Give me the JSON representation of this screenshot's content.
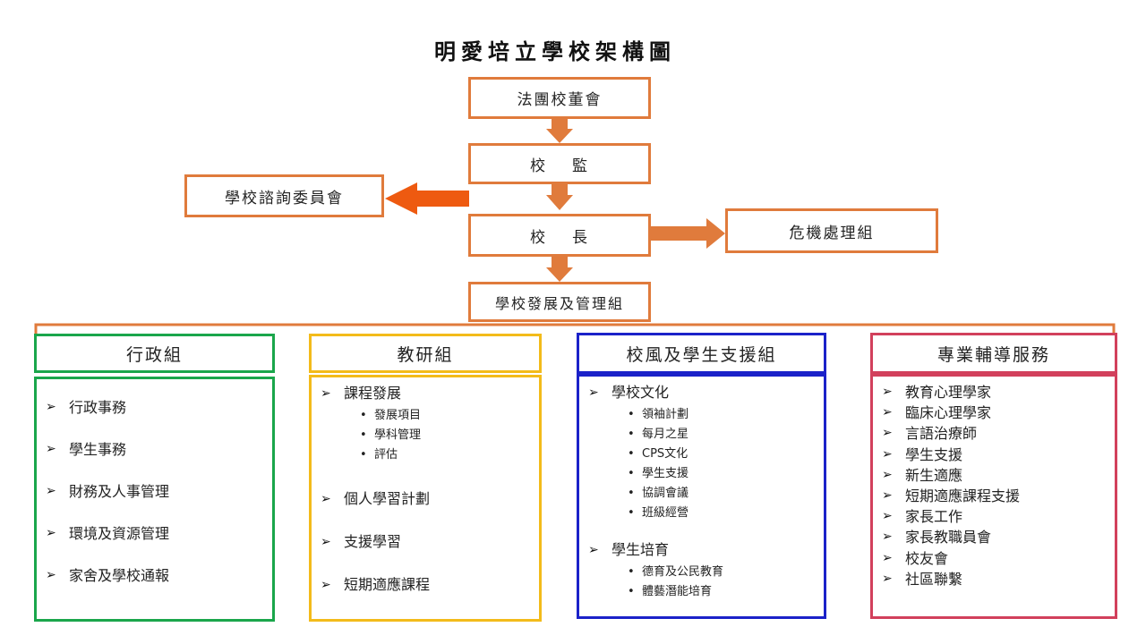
{
  "title": "明愛培立學校架構圖",
  "colors": {
    "orange": "#e07b3c",
    "green": "#1aa64b",
    "gold": "#f3bb1a",
    "blue": "#1b22c9",
    "red": "#d2405c"
  },
  "top": {
    "board": "法團校董會",
    "supervisor": {
      "left": "校",
      "right": "監"
    },
    "principal": {
      "left": "校",
      "right": "長"
    },
    "advisory": "學校諮詢委員會",
    "crisis": "危機處理組",
    "development": "學校發展及管理組"
  },
  "departments": {
    "admin": {
      "title": "行政組",
      "items": [
        "行政事務",
        "學生事務",
        "財務及人事管理",
        "環境及資源管理",
        "家舍及學校通報"
      ]
    },
    "research": {
      "title": "教研組",
      "items": [
        {
          "label": "課程發展",
          "sub": [
            "發展項目",
            "學科管理",
            "評估"
          ]
        },
        {
          "label": "個人學習計劃"
        },
        {
          "label": "支援學習"
        },
        {
          "label": "短期適應課程"
        }
      ]
    },
    "culture": {
      "title": "校風及學生支援組",
      "items": [
        {
          "label": "學校文化",
          "sub": [
            "領袖計劃",
            "每月之星",
            "CPS文化",
            "學生支援",
            "協調會議",
            "班級經營"
          ]
        },
        {
          "label": "學生培育",
          "sub": [
            "德育及公民教育",
            "體藝潛能培育"
          ]
        }
      ]
    },
    "professional": {
      "title": "專業輔導服務",
      "items": [
        "教育心理學家",
        "臨床心理學家",
        "言語治療師",
        "學生支援",
        "新生適應",
        "短期適應課程支援",
        "家長工作",
        "家長教職員會",
        "校友會",
        "社區聯繫"
      ]
    }
  }
}
